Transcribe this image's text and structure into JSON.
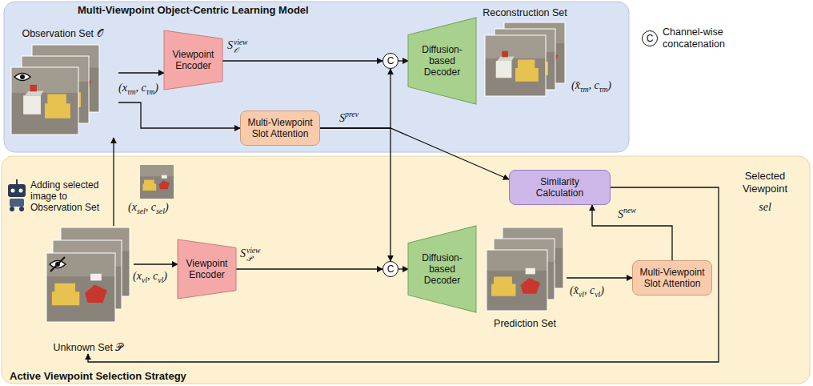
{
  "diagram": {
    "nodes": [
      {
        "text": [
          "Multi-Viewpoint Object-Centric Learning Model"
        ]
      },
      {
        "text": [
          "Observation Set 𝒪"
        ],
        "in": 0
      },
      {
        "text": [
          "Viewpoint Encoder"
        ],
        "in": 0
      },
      {
        "text": [
          "Multi-Viewpoint Slot Attention"
        ],
        "in": 0
      },
      {
        "text": [
          "C"
        ],
        "in": 0
      },
      {
        "text": [
          "Diffusion-based Decoder"
        ],
        "in": 0
      },
      {
        "text": [
          "Reconstruction Set"
        ],
        "in": 0
      },
      {
        "text": [
          "C"
        ]
      },
      {
        "text": [
          "Active Viewpoint Selection Strategy"
        ]
      },
      {
        "text": [
          "Similarity Calculation"
        ],
        "in": 8
      },
      {
        "text": [
          "Unknown Set 𝒫"
        ],
        "in": 8
      },
      {
        "text": [
          "Viewpoint Encoder"
        ],
        "in": 8
      },
      {
        "text": [
          "C"
        ],
        "in": 8
      },
      {
        "text": [
          "Diffusion-based Decoder"
        ],
        "in": 8
      },
      {
        "text": [
          "Prediction Set"
        ],
        "in": 8
      },
      {
        "text": [
          "Multi-Viewpoint Slot Attention"
        ],
        "in": 8
      }
    ],
    "edges": [
      {
        "from": 1,
        "to": 2,
        "arrow": "to"
      },
      {
        "from": 1,
        "to": 3,
        "arrow": "to"
      },
      {
        "from": 2,
        "to": 4,
        "arrow": "to"
      },
      {
        "from": 3,
        "to": 4,
        "arrow": "to"
      },
      {
        "from": 4,
        "to": 5,
        "arrow": "to"
      },
      {
        "from": 3,
        "to": 12,
        "arrow": "to"
      },
      {
        "from": 3,
        "to": 9,
        "arrow": "to"
      },
      {
        "from": 10,
        "to": 1,
        "arrow": "to"
      },
      {
        "from": 10,
        "to": 11,
        "arrow": "to"
      },
      {
        "from": 11,
        "to": 12,
        "arrow": "to"
      },
      {
        "from": 12,
        "to": 13,
        "arrow": "to"
      },
      {
        "from": 14,
        "to": 15,
        "arrow": "to"
      },
      {
        "from": 15,
        "to": 9,
        "arrow": "to"
      },
      {
        "from": 9,
        "to": 10,
        "arrow": "to"
      }
    ],
    "labels": [
      "(xτm, cτm)",
      "Sview𝒪",
      "Sprev",
      "(x̂τm, cτm)",
      "Channel-wise concatenation",
      "Adding selected image to Observation Set",
      "(xsel, csel)",
      "Selected Viewpoint",
      "sel",
      "(xvl, cvl)",
      "Sview𝒫",
      "Snew",
      "(x̂vl, cvl)"
    ]
  }
}
